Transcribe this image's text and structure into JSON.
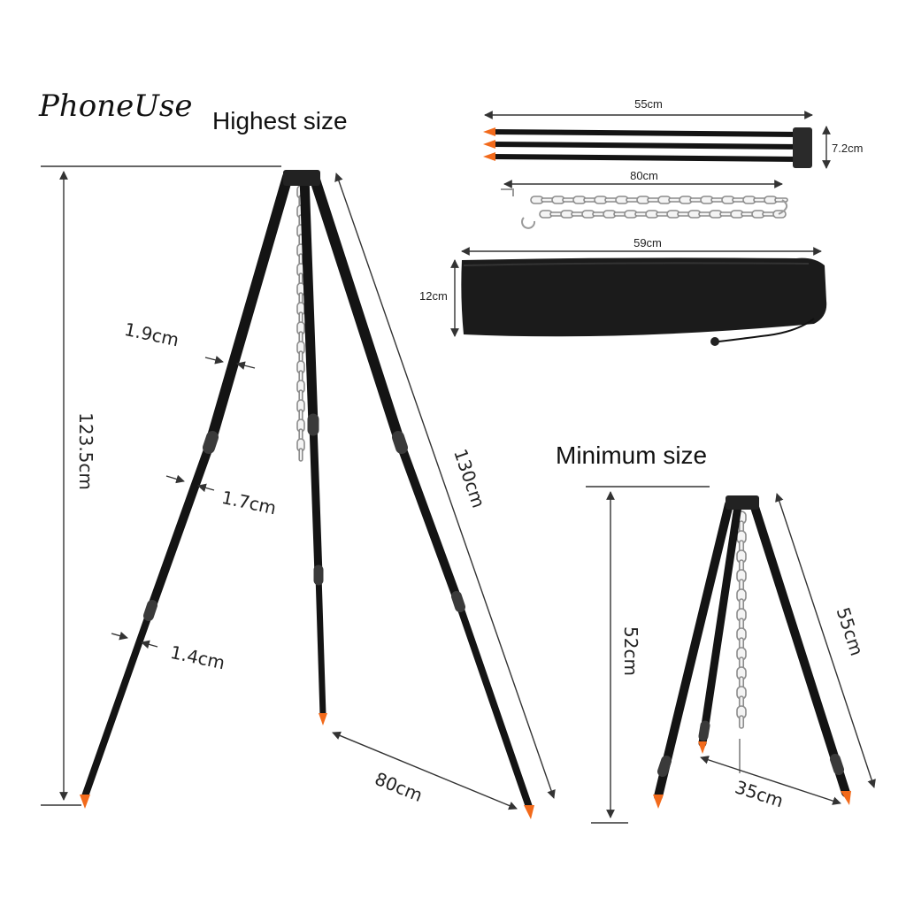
{
  "brand": "PhoneUse",
  "headings": {
    "highest": "Highest size",
    "minimum": "Minimum size"
  },
  "dimensions": {
    "height_max": "123.5cm",
    "leg_max": "130cm",
    "span_max": "80cm",
    "tube_top": "1.9cm",
    "tube_mid": "1.7cm",
    "tube_bottom": "1.4cm",
    "height_min": "52cm",
    "leg_min": "55cm",
    "span_min": "35cm",
    "folded_length": "55cm",
    "folded_height": "7.2cm",
    "chain_length": "80cm",
    "bag_length": "59cm",
    "bag_height": "12cm"
  },
  "colors": {
    "pole": "#141414",
    "tip": "#f26a1b",
    "chain": "#9a9a9a",
    "bag": "#1b1b1b"
  }
}
